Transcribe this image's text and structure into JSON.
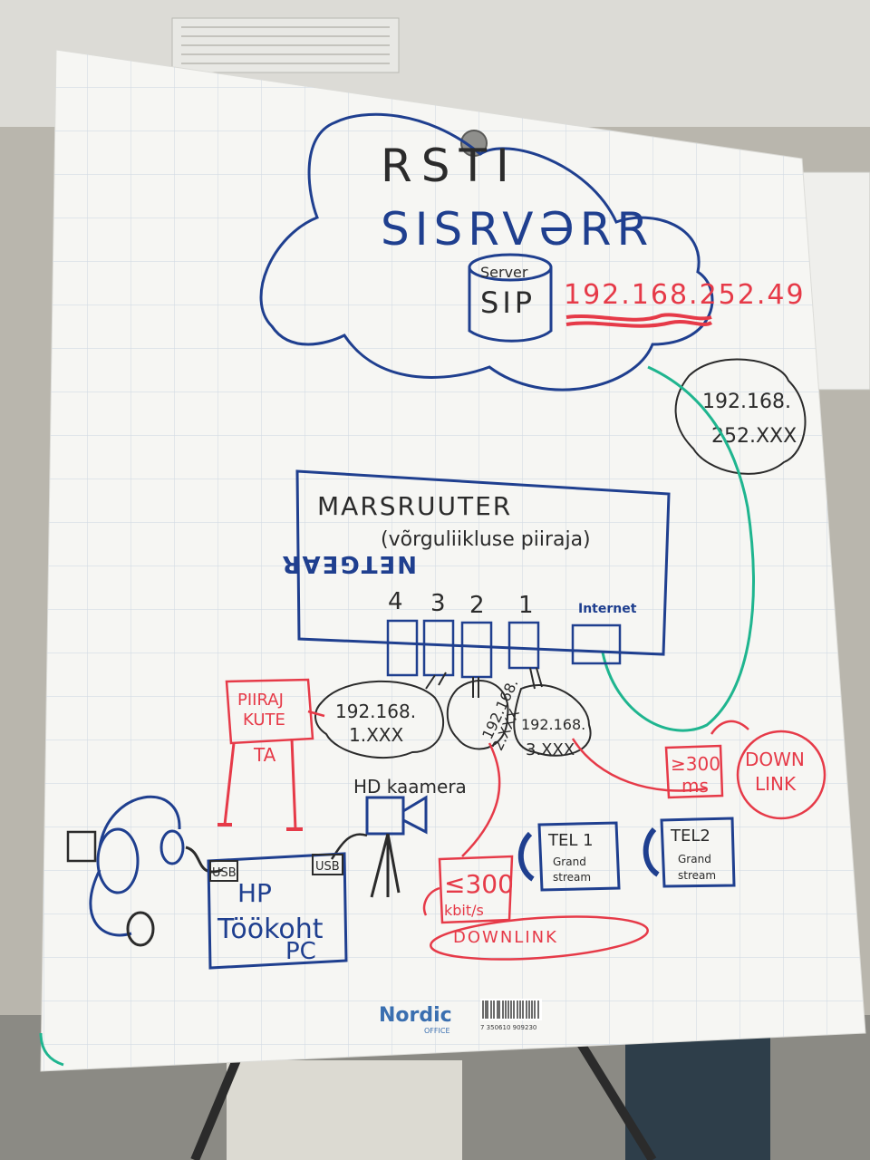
{
  "cloud": {
    "title_line1": "RSTI",
    "title_line2": "SISRVƏRR",
    "server_label": "Server",
    "server_name": "SIP",
    "ip_main": "192.168.252.49"
  },
  "subnet_top": {
    "line1": "192.168.",
    "line2": "252.XXX"
  },
  "router": {
    "title": "MARSRUUTER",
    "subtitle": "(võrguliikluse piiraja)",
    "brand": "NETGEAR",
    "port_labels": [
      "4",
      "3",
      "2",
      "1"
    ],
    "internet_label": "Internet"
  },
  "limiter": {
    "line1": "PIIRAJ",
    "line2": "KUTE",
    "line3": "TA"
  },
  "subnets": [
    {
      "line1": "192.168.",
      "line2": "1.XXX"
    },
    {
      "line1": "192.168.",
      "line2": "2.XXX"
    },
    {
      "line1": "192.168.",
      "line2": "3.XXX"
    }
  ],
  "limit_right": {
    "line1": "≥300",
    "line2": "ms"
  },
  "downlink_right": {
    "line1": "DOWN",
    "line2": "LINK"
  },
  "camera_label": "HD kaamera",
  "pc": {
    "usb_left": "USB",
    "usb_right": "USB",
    "line1": "HP",
    "line2": "Töökoht",
    "line3": "PC"
  },
  "limit_bottom": {
    "line1": "≤300",
    "line2": "kbit/s"
  },
  "downlink_bottom": "DOWNLINK",
  "phones": [
    {
      "name": "TEL 1",
      "brand1": "Grand",
      "brand2": "stream"
    },
    {
      "name": "TEL2",
      "brand1": "Grand",
      "brand2": "stream"
    }
  ],
  "footer": {
    "logo": "Nordic",
    "logo_sub": "OFFICE",
    "barcode": "7 350610 909230"
  },
  "colors": {
    "blue": "#1f3f8f",
    "red": "#e63a48",
    "black": "#2b2b2b",
    "teal": "#1fb58f",
    "paper": "#f6f6f3",
    "grid": "#cfd8e2"
  }
}
